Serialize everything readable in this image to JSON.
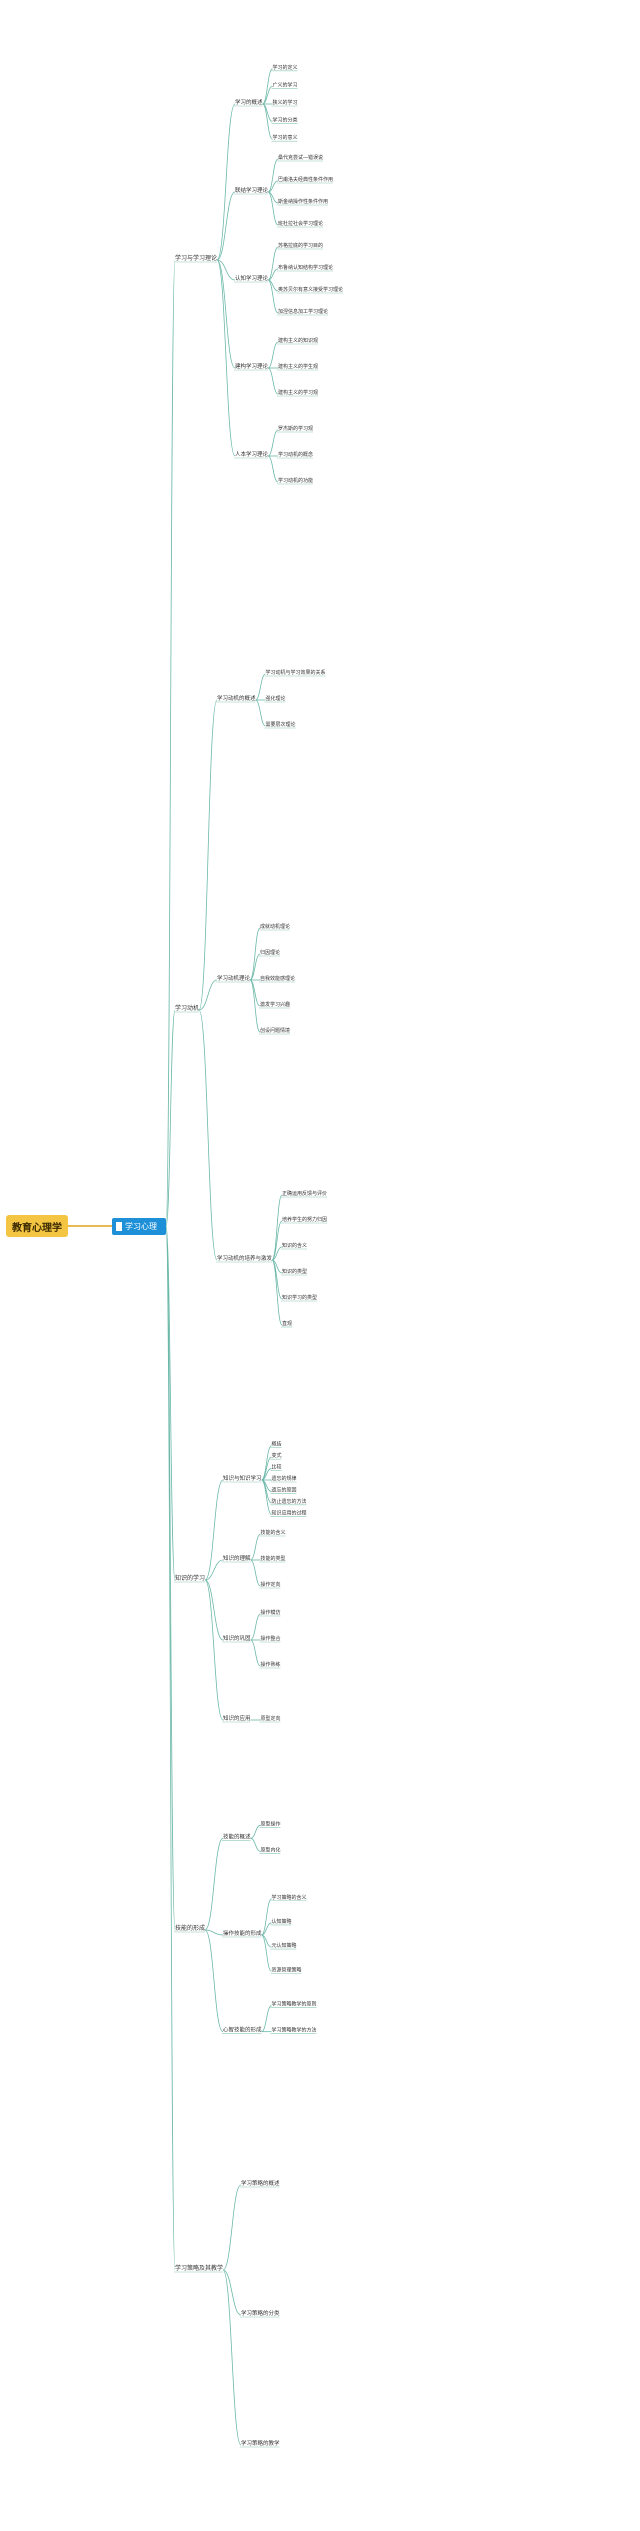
{
  "root": {
    "title": "教育心理学"
  },
  "level1": {
    "label": "学习心理",
    "icon": "book-icon"
  },
  "l2": [
    "学习与学习理论",
    "学习动机",
    "知识的学习",
    "技能的形成",
    "学习策略及其教学"
  ],
  "l3": [
    "学习的概述",
    "联结学习理论",
    "认知学习理论",
    "建构学习理论",
    "人本学习理论",
    "学习动机的概述",
    "学习动机理论",
    "学习动机的培养与激发",
    "知识与知识学习",
    "知识的理解",
    "知识的巩固",
    "知识的应用",
    "技能的概述",
    "操作技能的形成",
    "心智技能的形成",
    "学习策略的概述",
    "学习策略的分类",
    "学习策略的教学"
  ],
  "leaves": [
    "学习的定义",
    "广义的学习",
    "狭义的学习",
    "学习的分类",
    "学习的意义",
    "桑代克尝试—错误说",
    "巴甫洛夫经典性条件作用",
    "斯金纳操作性条件作用",
    "班杜拉社会学习理论",
    "苏格拉底的学习目的",
    "布鲁纳认知结构学习理论",
    "奥苏贝尔有意义接受学习理论",
    "加涅信息加工学习理论",
    "建构主义的知识观",
    "建构主义的学生观",
    "建构主义的学习观",
    "罗杰斯的学习观",
    "学习动机的概念",
    "学习动机的功能",
    "学习动机与学习效果的关系",
    "强化理论",
    "需要层次理论",
    "成就动机理论",
    "归因理论",
    "自我效能感理论",
    "激发学习兴趣",
    "创设问题情境",
    "正确运用反馈与评价",
    "培养学生的努力归因",
    "知识的含义",
    "知识的类型",
    "知识学习的类型",
    "直观",
    "概括",
    "变式",
    "比较",
    "遗忘的规律",
    "遗忘的原因",
    "防止遗忘的方法",
    "知识应用的过程",
    "技能的含义",
    "技能的类型",
    "操作定向",
    "操作模仿",
    "操作整合",
    "操作熟练",
    "原型定向",
    "原型操作",
    "原型内化",
    "学习策略的含义",
    "认知策略",
    "元认知策略",
    "资源管理策略",
    "学习策略教学的原则",
    "学习策略教学的方法"
  ]
}
